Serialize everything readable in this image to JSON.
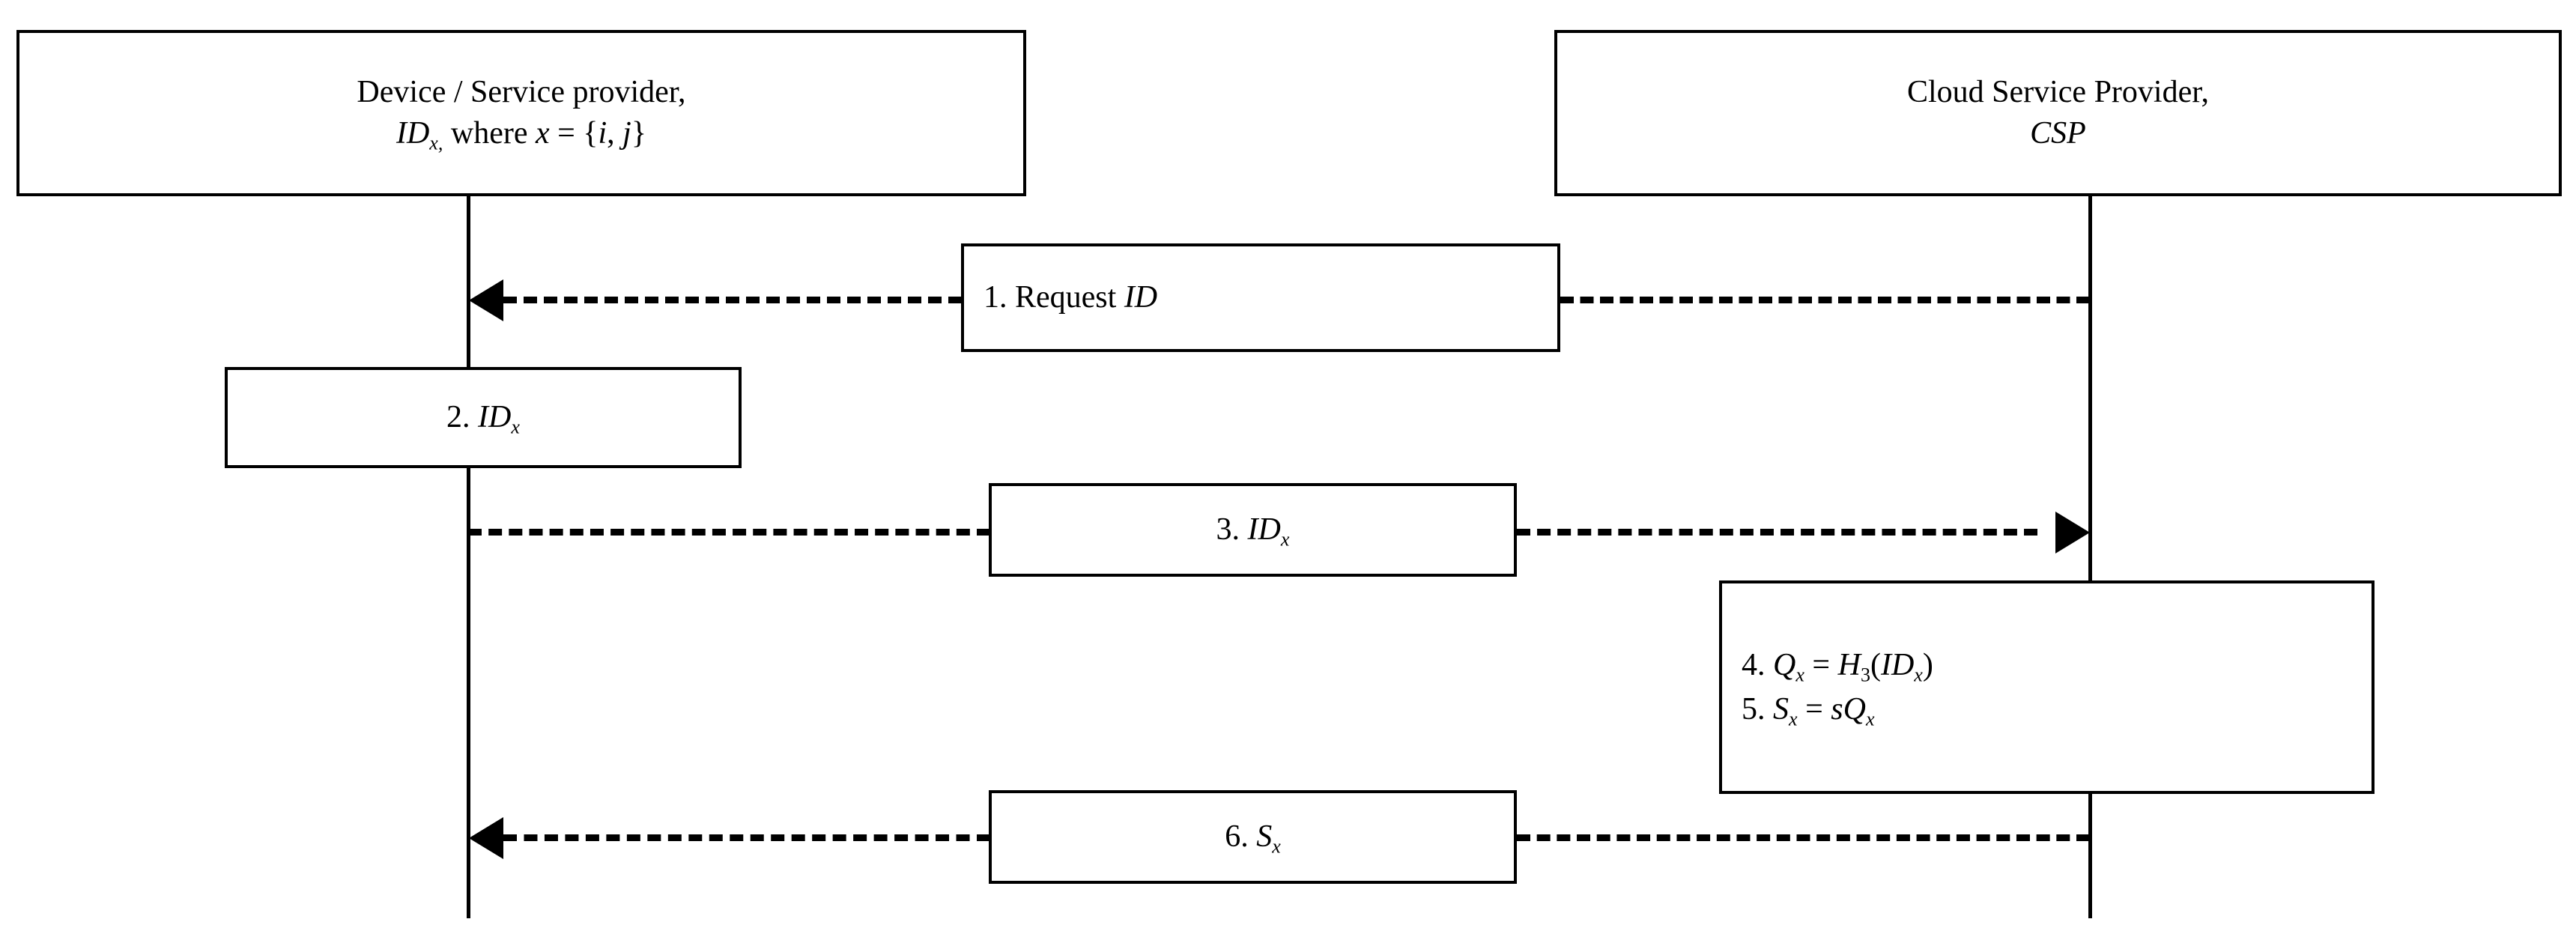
{
  "diagram": {
    "type": "sequence-diagram",
    "title": "Private key generation sequence between device/service provider and cloud service provider",
    "background_color": "#ffffff",
    "line_color": "#000000"
  },
  "actors": [
    {
      "id": "device",
      "line1": "Device / Service provider,",
      "line2_prefix": "ID",
      "line2_sub": "x,",
      "line2_mid": " where ",
      "line2_var": "x",
      "line2_eq": " = {",
      "line2_set_i": "i",
      "line2_comma": ", ",
      "line2_set_j": "j",
      "line2_close": "}"
    },
    {
      "id": "csp",
      "line1": "Cloud Service Provider,",
      "line2": "CSP"
    }
  ],
  "messages": [
    {
      "step": "1.",
      "label_rm": "1. Request ",
      "label_it": "ID",
      "direction": "csp-to-device",
      "arrowhead": "left",
      "line_style": "dashed",
      "align": "left"
    },
    {
      "step": "3.",
      "label_rm": "3. ",
      "label_it": "ID",
      "label_sub": "x",
      "direction": "device-to-csp",
      "arrowhead": "right",
      "line_style": "dashed",
      "align": "center"
    },
    {
      "step": "6.",
      "label_rm": "6. ",
      "label_it": "S",
      "label_sub": "x",
      "direction": "csp-to-device",
      "arrowhead": "left",
      "line_style": "dashed",
      "align": "center"
    }
  ],
  "local_actions": [
    {
      "owner": "device",
      "step": "2.",
      "label_rm": "2. ",
      "label_it": "ID",
      "label_sub": "x"
    }
  ],
  "process_block": {
    "owner": "csp",
    "lines": [
      {
        "num": "4. ",
        "lhs_it": "Q",
        "lhs_sub": "x",
        "eq": " = ",
        "fn_it": "H",
        "fn_sub": "3",
        "open": "(",
        "arg_it": "ID",
        "arg_sub": "x",
        "close": ")"
      },
      {
        "num": "5. ",
        "lhs_it": "S",
        "lhs_sub": "x",
        "eq": " = ",
        "rhs_s": "s",
        "rhs_it": "Q",
        "rhs_sub": "x"
      }
    ]
  }
}
